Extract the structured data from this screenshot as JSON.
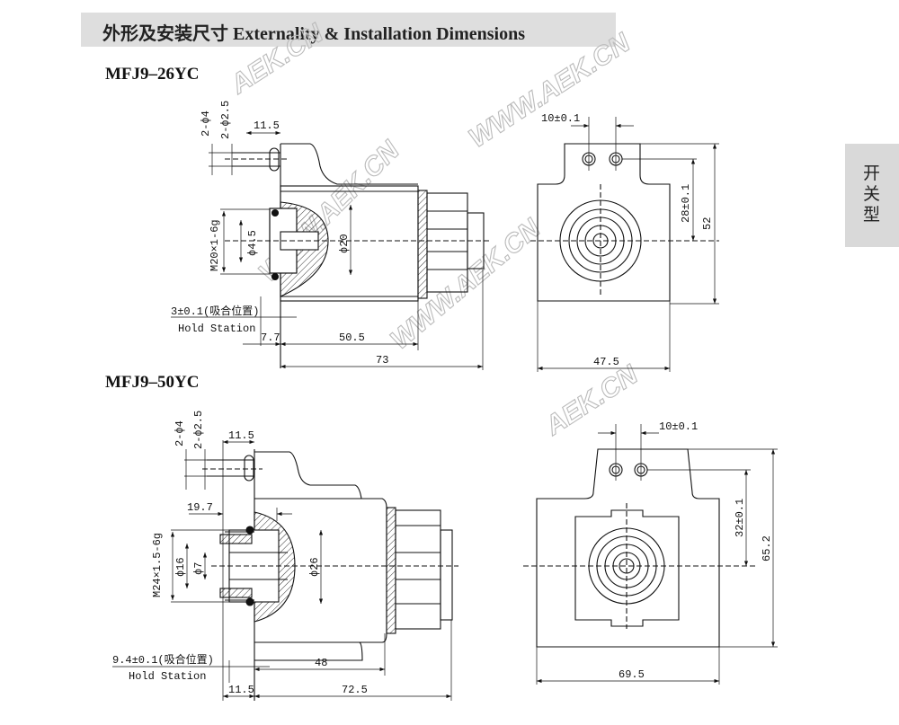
{
  "header": {
    "title": "外形及安装尺寸  Externality & Installation Dimensions"
  },
  "side_tab": {
    "label": "开关型"
  },
  "watermarks": [
    "AEK.CN",
    "WWW.AEK.CN",
    "WWW.AEK.CN",
    "WWW.AEK.CN",
    "AEK.CN"
  ],
  "models": [
    {
      "name": "MFJ9–26YC",
      "side_view": {
        "pin_dia": "2-ϕ4",
        "pin_dia2": "2-ϕ2.5",
        "pin_len": "11.5",
        "thread": "M20×1-6g",
        "bore": "ϕ4.5",
        "body_dia": "ϕ20",
        "hold": "3±0.1(吸合位置)",
        "hold_en": "Hold Station",
        "d1": "7.7",
        "d2": "50.5",
        "total": "73"
      },
      "front_view": {
        "pin_pitch": "10±0.1",
        "pin_height": "28±0.1",
        "height": "52",
        "width": "47.5"
      }
    },
    {
      "name": "MFJ9–50YC",
      "side_view": {
        "pin_dia": "2-ϕ4",
        "pin_dia2": "2-ϕ2.5",
        "pin_len": "11.5",
        "offset": "19.7",
        "thread": "M24×1.5-6g",
        "bore1": "ϕ16",
        "bore2": "ϕ7",
        "body_dia": "ϕ26",
        "hold": "9.4±0.1(吸合位置)",
        "hold_en": "Hold Station",
        "d1": "48",
        "d2": "11.5",
        "total": "72.5"
      },
      "front_view": {
        "pin_pitch": "10±0.1",
        "pin_height": "32±0.1",
        "height": "65.2",
        "width": "69.5"
      }
    }
  ]
}
